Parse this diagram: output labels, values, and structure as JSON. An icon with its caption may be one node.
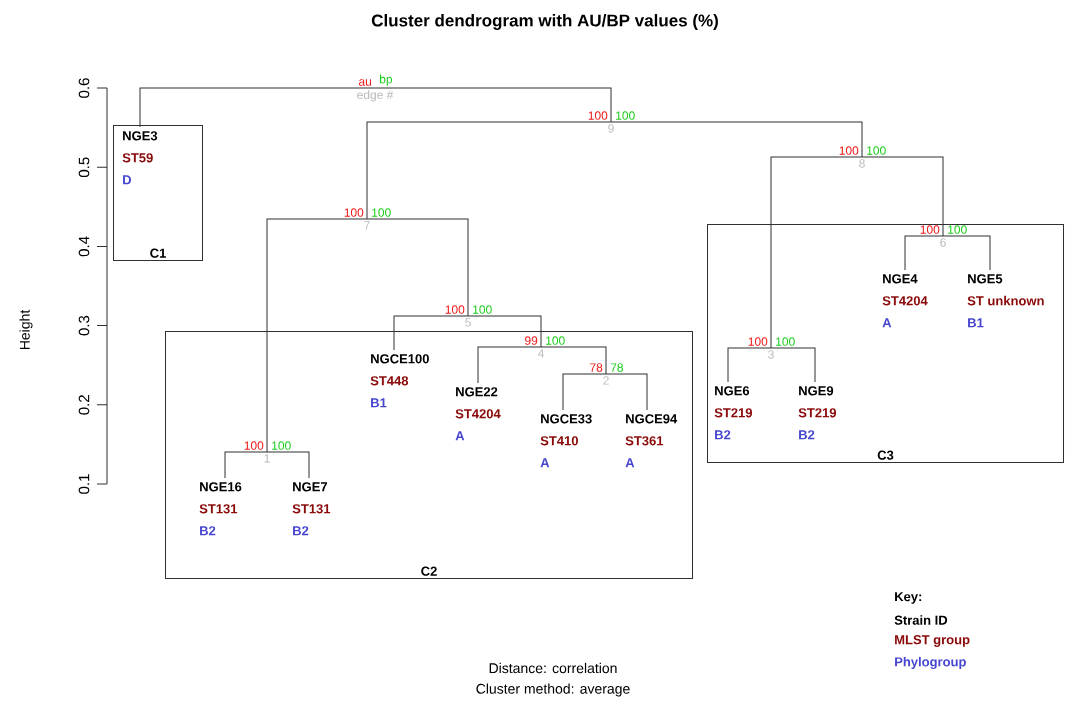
{
  "diagram": {
    "title": "Cluster dendrogram with AU/BP values (%)",
    "nodes": [
      {
        "text": [
          "au",
          "bp",
          "edge #"
        ]
      },
      {
        "text": [
          "C1"
        ]
      },
      {
        "text": [
          "NGE3",
          "ST59",
          "D"
        ],
        "in": 1
      },
      {
        "text": [
          "100",
          "100",
          "9"
        ]
      },
      {
        "text": [
          "100",
          "100",
          "7"
        ]
      },
      {
        "text": [
          "100",
          "100",
          "8"
        ]
      },
      {
        "text": [
          "C3"
        ]
      },
      {
        "text": [
          "100",
          "100",
          "6"
        ],
        "in": 6
      },
      {
        "text": [
          "NGE4",
          "ST4204",
          "A"
        ],
        "in": 6
      },
      {
        "text": [
          "NGE5",
          "ST unknown",
          "B1"
        ],
        "in": 6
      },
      {
        "text": [
          "100",
          "100",
          "5"
        ]
      },
      {
        "text": [
          "C2"
        ]
      },
      {
        "text": [
          "99",
          "100",
          "4"
        ],
        "in": 11
      },
      {
        "text": [
          "NGCE100",
          "ST448",
          "B1"
        ],
        "in": 11
      },
      {
        "text": [
          "78",
          "78",
          "2"
        ],
        "in": 11
      },
      {
        "text": [
          "NGE22",
          "ST4204",
          "A"
        ],
        "in": 11
      },
      {
        "text": [
          "100",
          "100",
          "3"
        ],
        "in": 6
      },
      {
        "text": [
          "NGE6",
          "ST219",
          "B2"
        ],
        "in": 6
      },
      {
        "text": [
          "NGE9",
          "ST219",
          "B2"
        ],
        "in": 6
      },
      {
        "text": [
          "NGCE33",
          "ST410",
          "A"
        ],
        "in": 11
      },
      {
        "text": [
          "NGCE94",
          "ST361",
          "A"
        ],
        "in": 11
      },
      {
        "text": [
          "100",
          "100",
          "1"
        ],
        "in": 11
      },
      {
        "text": [
          "NGE16",
          "ST131",
          "B2"
        ],
        "in": 11
      },
      {
        "text": [
          "NGE7",
          "ST131",
          "B2"
        ],
        "in": 11
      }
    ],
    "edges": [
      {
        "from": 0,
        "to": 2,
        "arrow": "none"
      },
      {
        "from": 0,
        "to": 3,
        "arrow": "none"
      },
      {
        "from": 3,
        "to": 4,
        "arrow": "none"
      },
      {
        "from": 3,
        "to": 5,
        "arrow": "none"
      },
      {
        "from": 4,
        "to": 21,
        "arrow": "none"
      },
      {
        "from": 4,
        "to": 10,
        "arrow": "none"
      },
      {
        "from": 10,
        "to": 13,
        "arrow": "none"
      },
      {
        "from": 10,
        "to": 12,
        "arrow": "none"
      },
      {
        "from": 12,
        "to": 15,
        "arrow": "none"
      },
      {
        "from": 12,
        "to": 14,
        "arrow": "none"
      },
      {
        "from": 14,
        "to": 19,
        "arrow": "none"
      },
      {
        "from": 14,
        "to": 20,
        "arrow": "none"
      },
      {
        "from": 21,
        "to": 22,
        "arrow": "none"
      },
      {
        "from": 21,
        "to": 23,
        "arrow": "none"
      },
      {
        "from": 5,
        "to": 16,
        "arrow": "none"
      },
      {
        "from": 5,
        "to": 7,
        "arrow": "none"
      },
      {
        "from": 16,
        "to": 17,
        "arrow": "none"
      },
      {
        "from": 16,
        "to": 18,
        "arrow": "none"
      },
      {
        "from": 7,
        "to": 8,
        "arrow": "none"
      },
      {
        "from": 7,
        "to": 9,
        "arrow": "none"
      }
    ],
    "labels": [
      "0.6",
      "0.5",
      "0.4",
      "0.3",
      "0.2",
      "0.1",
      "Height",
      "Distance: correlation",
      "Cluster method: average",
      "Key:",
      "Strain ID",
      "MLST group",
      "Phylogroup"
    ]
  }
}
